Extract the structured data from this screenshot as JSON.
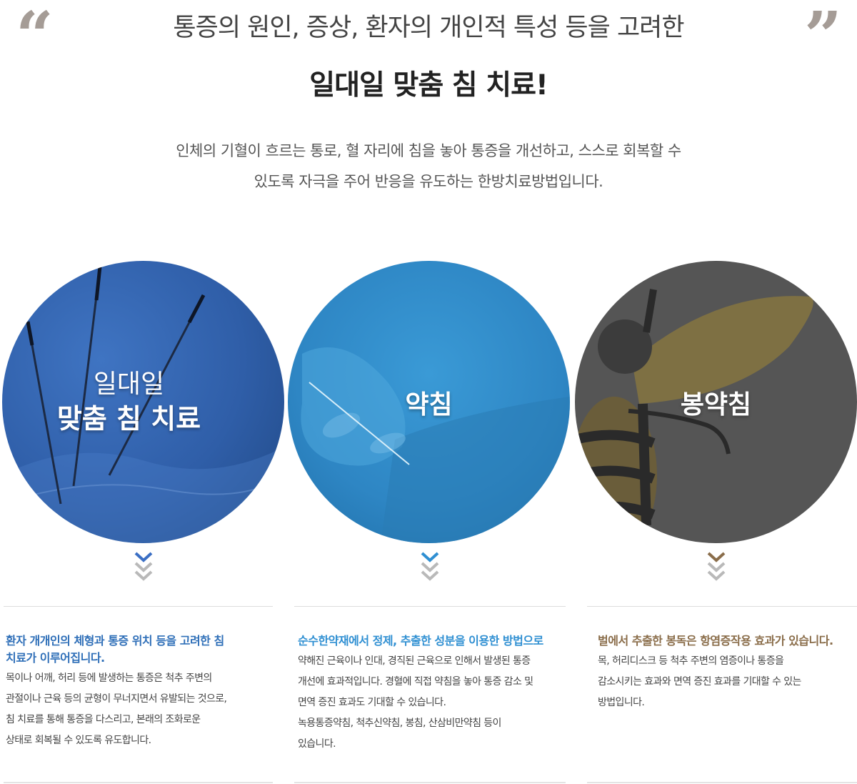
{
  "header": {
    "open_quote": "“",
    "close_quote": "”",
    "headline": "통증의 원인, 증상, 환자의 개인적 특성 등을 고려한",
    "headline_strong": "일대일 맞춤 침 치료!",
    "intro_lines": [
      "인체의 기혈이 흐르는 통로, 혈 자리에 침을 놓아 통증을 개선하고, 스스로 회복할 수",
      "있도록 자극을 주어 반응을 유도하는 한방치료방법입니다."
    ]
  },
  "colors": {
    "accent_blue": "#2f6fb8",
    "accent_lightblue": "#2f8fd2",
    "accent_brown": "#8a6d4a",
    "chevron_gray": "#b9b9b9"
  },
  "treatments": [
    {
      "circle_line1": "일대일",
      "circle_line2": "맞춤 침 치료",
      "title_lines": [
        "환자 개개인의 체형과 통증 위치 등을 고려한 침",
        "치료가 이루어집니다."
      ],
      "body_lines": [
        "목이나 어깨, 허리 등에 발생하는 통증은 척추 주변의",
        "관절이나 근육 등의 균형이 무너지면서 유발되는 것으로,",
        "침 치료를 통해 통증을 다스리고, 본래의 조화로운",
        "상태로 회복될 수 있도록 유도합니다."
      ],
      "image_icon": "acupuncture-needles-icon"
    },
    {
      "circle_title": "약침",
      "title_lines": [
        "순수한약재에서 정제, 추출한 성분을 이용한 방법으로"
      ],
      "body_lines": [
        "약해진 근육이나 인대, 경직된 근육으로 인해서 발생된 통증",
        "개선에 효과적입니다. 경혈에 직접 약침을 놓아 통증 감소 및",
        "면역 증진 효과도 기대할 수 있습니다.",
        "녹용통증약침, 척추신약침, 봉침, 산삼비만약침 등이",
        "있습니다."
      ],
      "image_icon": "hand-injection-icon"
    },
    {
      "circle_title": "봉약침",
      "title_lines": [
        "벌에서 추출한 봉독은 항염증작용 효과가 있습니다."
      ],
      "body_lines": [
        "목, 허리디스크 등 척추 주변의 염증이나 통증을",
        "감소시키는 효과와 면역 증진 효과를 기대할 수 있는",
        "방법입니다."
      ],
      "image_icon": "bee-icon"
    }
  ]
}
